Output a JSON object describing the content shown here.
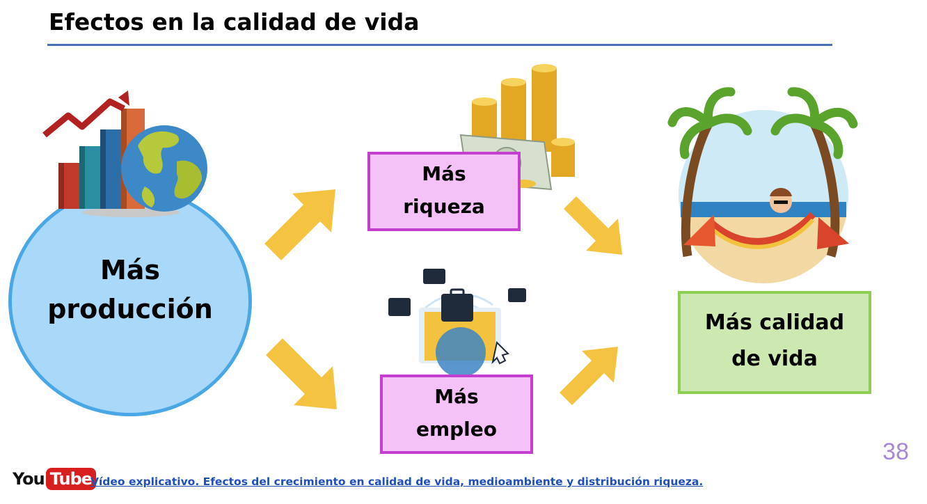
{
  "slide": {
    "title": "Efectos en la calidad de vida",
    "page_number": "38"
  },
  "nodes": {
    "produccion": {
      "line1": "Más",
      "line2": "producción"
    },
    "riqueza": {
      "line1": "Más",
      "line2": "riqueza"
    },
    "empleo": {
      "line1": "Más",
      "line2": "empleo"
    },
    "calidad": {
      "line1": "Más calidad",
      "line2": "de vida"
    }
  },
  "footer": {
    "logo_you": "You",
    "logo_tube": "Tube",
    "link_text": "Vídeo explicativo. Efectos del crecimiento en calidad de vida, medioambiente y distribución riqueza."
  },
  "colors": {
    "title_rule": "#4a6fb5",
    "circle_fill": "#a9d8f8",
    "circle_border": "#4aa7e6",
    "pink_fill": "#f4c2f6",
    "pink_border": "#c43fcf",
    "green_fill": "#cde8b0",
    "green_border": "#8dcf50",
    "arrow": "#f5c342",
    "page_number": "#a888d4",
    "link": "#1f4fb8"
  },
  "icons": [
    "growth-chart-globe-icon",
    "money-coins-icon",
    "job-laptop-briefcase-icon",
    "beach-hammock-icon"
  ]
}
